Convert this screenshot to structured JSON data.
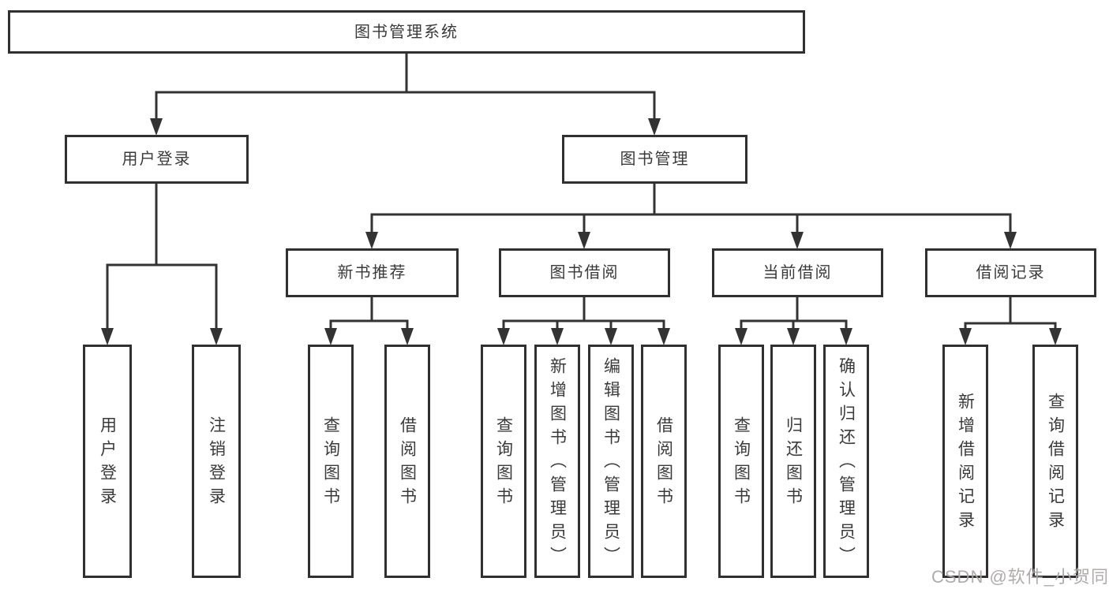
{
  "diagram": {
    "title": "图书管理系统",
    "nodes": [
      {
        "id": "root",
        "label": "图书管理系统",
        "parent": null
      },
      {
        "id": "login",
        "label": "用户登录",
        "parent": "root"
      },
      {
        "id": "mgmt",
        "label": "图书管理",
        "parent": "root"
      },
      {
        "id": "login-user",
        "label": "用户登录",
        "parent": "login"
      },
      {
        "id": "login-logout",
        "label": "注销登录",
        "parent": "login"
      },
      {
        "id": "rec",
        "label": "新书推荐",
        "parent": "mgmt"
      },
      {
        "id": "borrow",
        "label": "图书借阅",
        "parent": "mgmt"
      },
      {
        "id": "current",
        "label": "当前借阅",
        "parent": "mgmt"
      },
      {
        "id": "record",
        "label": "借阅记录",
        "parent": "mgmt"
      },
      {
        "id": "rec-query",
        "label": "查询图书",
        "parent": "rec"
      },
      {
        "id": "rec-borrow",
        "label": "借阅图书",
        "parent": "rec"
      },
      {
        "id": "borrow-query",
        "label": "查询图书",
        "parent": "borrow"
      },
      {
        "id": "borrow-add",
        "label": "新增图书（管理员）",
        "parent": "borrow"
      },
      {
        "id": "borrow-edit",
        "label": "编辑图书（管理员）",
        "parent": "borrow"
      },
      {
        "id": "borrow-borrow",
        "label": "借阅图书",
        "parent": "borrow"
      },
      {
        "id": "current-query",
        "label": "查询图书",
        "parent": "current"
      },
      {
        "id": "current-return",
        "label": "归还图书",
        "parent": "current"
      },
      {
        "id": "current-confirm",
        "label": "确认归还（管理员）",
        "parent": "current"
      },
      {
        "id": "record-add",
        "label": "新增借阅记录",
        "parent": "record"
      },
      {
        "id": "record-query",
        "label": "查询借阅记录",
        "parent": "record"
      }
    ]
  },
  "watermark": {
    "text": "CSDN @软件_小贺同学"
  },
  "colors": {
    "line": "#333333",
    "box_border": "#303030",
    "text": "#3a3a3a",
    "watermark": "#aca7a7",
    "background": "#ffffff"
  }
}
